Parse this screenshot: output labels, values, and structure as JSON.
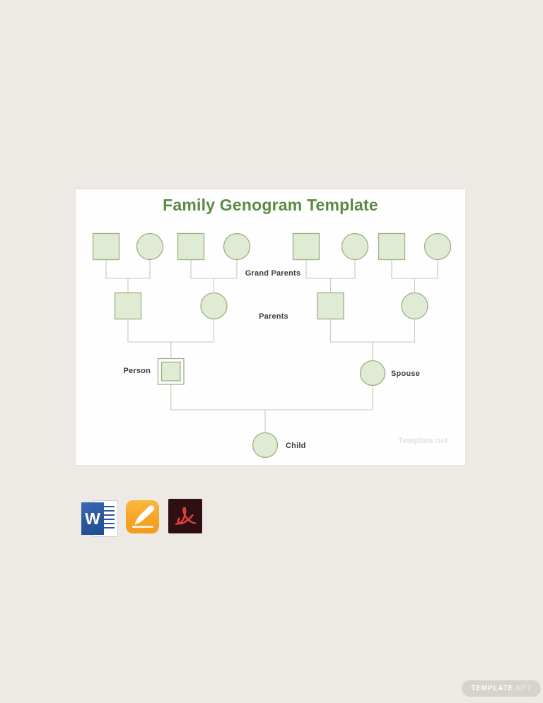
{
  "card": {
    "title": "Family Genogram Template",
    "watermark": "Template.net",
    "labels": {
      "grandparents": "Grand Parents",
      "parents": "Parents",
      "person": "Person",
      "spouse": "Spouse",
      "child": "Child"
    }
  },
  "genogram": {
    "generations": [
      {
        "label": "Grand Parents",
        "nodes": [
          "square",
          "circle",
          "square",
          "circle",
          "square",
          "circle",
          "square",
          "circle"
        ],
        "couples": 4
      },
      {
        "label": "Parents",
        "nodes": [
          "square",
          "circle",
          "square",
          "circle"
        ],
        "couples": 2
      },
      {
        "labels": [
          "Person",
          "Spouse"
        ],
        "nodes": [
          "double-square",
          "circle"
        ],
        "couples": 1
      },
      {
        "label": "Child",
        "nodes": [
          "circle"
        ]
      }
    ],
    "legend_implied": {
      "square": "male",
      "circle": "female",
      "double-square": "index person"
    }
  },
  "colors": {
    "page_bg": "#EDE9E4",
    "card_bg": "#FEFEFE",
    "title_green": "#5B8A43",
    "shape_fill": "#DFEBD2",
    "shape_stroke": "#9FAE86",
    "connector": "#C3CCB2",
    "label_text": "#3D3D3D",
    "badge_bg": "#D6D2CC"
  },
  "icons": {
    "word_letter": "W",
    "names": [
      "word-icon",
      "pages-icon",
      "acrobat-icon"
    ]
  },
  "badge": {
    "brand": "TEMPLATE",
    "tld": ".NET"
  }
}
